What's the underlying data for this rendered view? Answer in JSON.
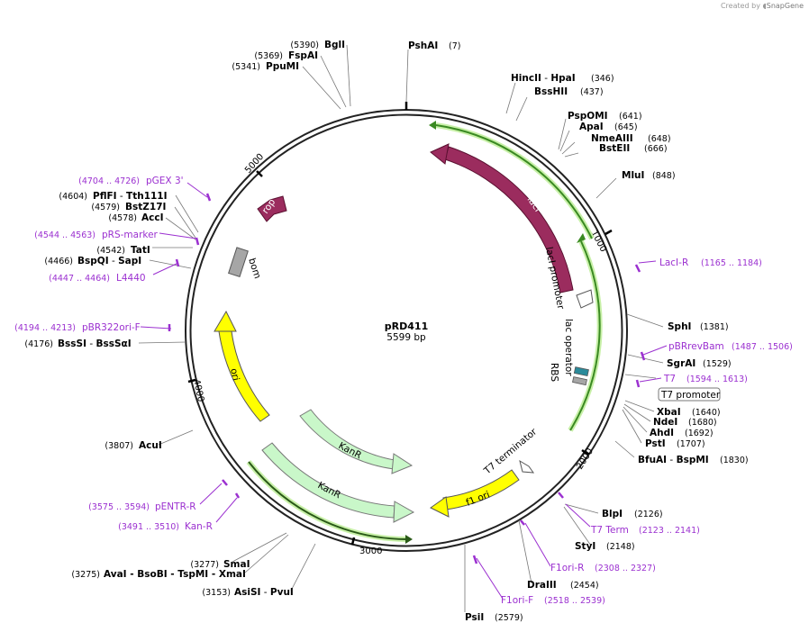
{
  "watermark": {
    "prefix": "Created by",
    "brand": "SnapGene"
  },
  "plasmid": {
    "name": "pRD411",
    "length_label": "5599 bp"
  },
  "colors": {
    "primer": "#9b30d0",
    "lacI": "#9b2c5e",
    "rop": "#9b2c5e",
    "ori": "#ffff00",
    "kanR": "#c9f7c9",
    "f1_ori": "#ffff00",
    "bom": "#a6a6a6",
    "rbs": "#a6a6a6",
    "lac_operator": "#2a8a9a",
    "orf_green": "#3aaa25"
  },
  "ticks": [
    "1000",
    "2000",
    "3000",
    "4000",
    "5000"
  ],
  "features": {
    "lacI": "lacI",
    "lacI_promoter": "lacI promoter",
    "lac_operator": "lac operator",
    "rbs": "RBS",
    "t7_promoter": "T7 promoter",
    "t7_terminator": "T7 terminator",
    "f1_ori": "f1 ori",
    "kanR_1": "KanR",
    "kanR_2": "KanR",
    "ori": "ori",
    "bom": "bom",
    "rop": "rop"
  },
  "sites": {
    "PshAI": {
      "name": "PshAI",
      "pos": "(7)"
    },
    "HincII": {
      "name": "HincII",
      "sep": " - ",
      "name2": "HpaI",
      "pos": "(346)"
    },
    "BssHII": {
      "name": "BssHII",
      "pos": "(437)"
    },
    "PspOMI": {
      "name": "PspOMI",
      "pos": "(641)"
    },
    "ApaI": {
      "name": "ApaI",
      "pos": "(645)"
    },
    "NmeAIII": {
      "name": "NmeAIII",
      "pos": "(648)"
    },
    "BstEII": {
      "name": "BstEII",
      "pos": "(666)"
    },
    "MluI": {
      "name": "MluI",
      "pos": "(848)"
    },
    "SphI": {
      "name": "SphI",
      "pos": "(1381)"
    },
    "SgrAI": {
      "name": "SgrAI",
      "pos": "(1529)"
    },
    "XbaI": {
      "name": "XbaI",
      "pos": "(1640)"
    },
    "NdeI": {
      "name": "NdeI",
      "pos": "(1680)"
    },
    "AhdI": {
      "name": "AhdI",
      "pos": "(1692)"
    },
    "PstI": {
      "name": "PstI",
      "pos": "(1707)"
    },
    "BfuAI": {
      "name": "BfuAI",
      "sep": " - ",
      "name2": "BspMI",
      "pos": "(1830)"
    },
    "BlpI": {
      "name": "BlpI",
      "pos": "(2126)"
    },
    "StyI": {
      "name": "StyI",
      "pos": "(2148)"
    },
    "DraIII": {
      "name": "DraIII",
      "pos": "(2454)"
    },
    "PsiI": {
      "name": "PsiI",
      "pos": "(2579)"
    },
    "AsiSI": {
      "pos": "(3153)",
      "name": "AsiSI",
      "sep": " - ",
      "name2": "PvuI"
    },
    "AvaI": {
      "pos": "(3275)",
      "name": "AvaI",
      "rest": " - BsoBI - TspMI - XmaI"
    },
    "SmaI": {
      "pos": "(3277)",
      "name": "SmaI"
    },
    "AcuI": {
      "pos": "(3807)",
      "name": "AcuI"
    },
    "BssSI": {
      "pos": "(4176)",
      "name": "BssSI",
      "sep": " - ",
      "name2": "BssSαI"
    },
    "BspQI": {
      "pos": "(4466)",
      "name": "BspQI",
      "sep": " - ",
      "name2": "SapI"
    },
    "TatI": {
      "pos": "(4542)",
      "name": "TatI"
    },
    "AccI": {
      "pos": "(4578)",
      "name": "AccI"
    },
    "BstZ17I": {
      "pos": "(4579)",
      "name": "BstZ17I"
    },
    "PflFI": {
      "pos": "(4604)",
      "name": "PflFI",
      "sep": " - ",
      "name2": "Tth111I"
    },
    "PpuMI": {
      "pos": "(5341)",
      "name": "PpuMI"
    },
    "FspAI": {
      "pos": "(5369)",
      "name": "FspAI"
    },
    "BglI": {
      "pos": "(5390)",
      "name": "BglI"
    }
  },
  "primers": {
    "LacI_R": {
      "name": "LacI-R",
      "range": "(1165 .. 1184)"
    },
    "pBRrevBam": {
      "name": "pBRrevBam",
      "range": "(1487 .. 1506)"
    },
    "T7": {
      "name": "T7",
      "range": "(1594 .. 1613)"
    },
    "T7_Term": {
      "name": "T7 Term",
      "range": "(2123 .. 2141)"
    },
    "F1ori_R": {
      "name": "F1ori-R",
      "range": "(2308 .. 2327)"
    },
    "F1ori_F": {
      "name": "F1ori-F",
      "range": "(2518 .. 2539)"
    },
    "pENTR_R": {
      "range": "(3575 .. 3594)",
      "name": "pENTR-R"
    },
    "Kan_R": {
      "range": "(3491 .. 3510)",
      "name": "Kan-R"
    },
    "pBR322ori_F": {
      "range": "(4194 .. 4213)",
      "name": "pBR322ori-F"
    },
    "L4440": {
      "range": "(4447 .. 4464)",
      "name": "L4440"
    },
    "pRS_marker": {
      "range": "(4544 .. 4563)",
      "name": "pRS-marker"
    },
    "pGEX_3": {
      "range": "(4704 .. 4726)",
      "name": "pGEX 3'"
    }
  }
}
